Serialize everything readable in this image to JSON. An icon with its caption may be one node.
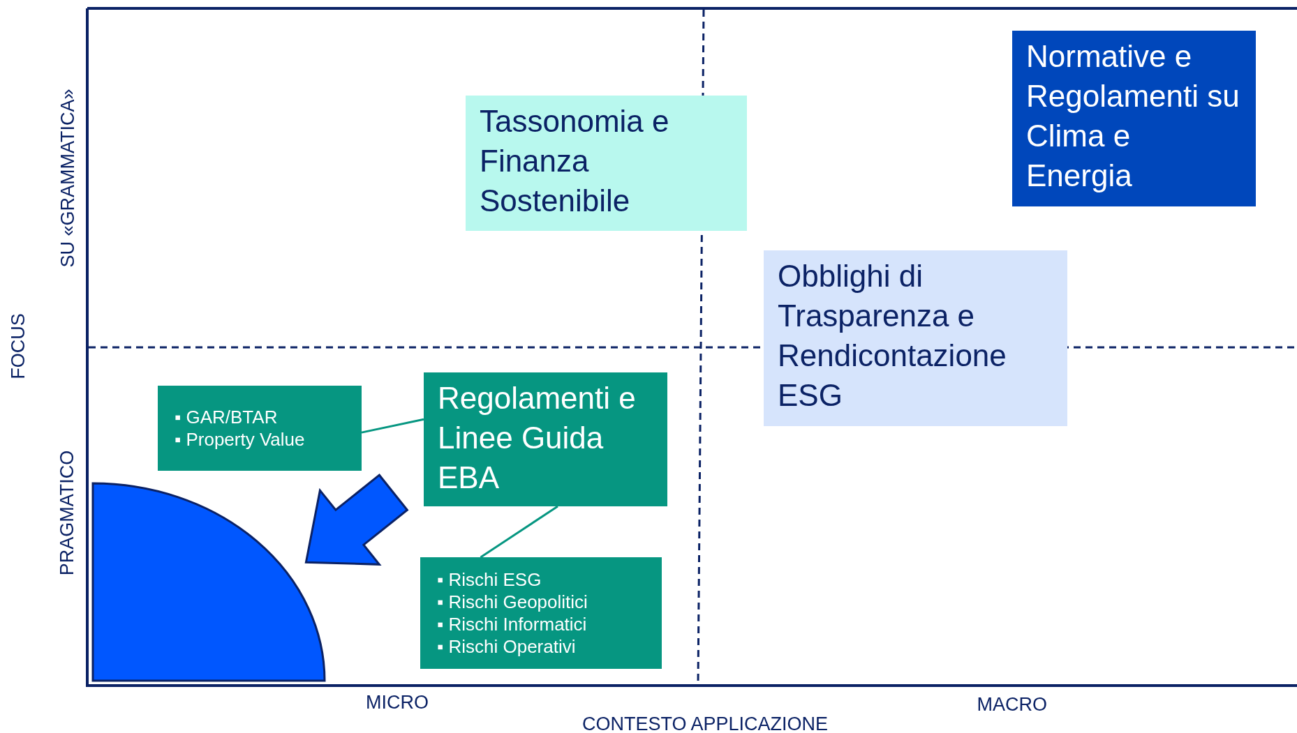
{
  "diagram": {
    "nodes": [
      {
        "text": [
          "Normative e Regolamenti su Clima e Energia"
        ]
      },
      {
        "text": [
          "Tassonomia e Finanza Sostenibile"
        ]
      },
      {
        "text": [
          "Obblighi di Trasparenza e Rendicontazione ESG"
        ]
      },
      {
        "text": [
          "▪ GAR/BTAR",
          "▪ Property Value"
        ]
      },
      {
        "text": [
          "Regolamenti e Linee Guida EBA"
        ]
      },
      {
        "text": [
          "▪ Rischi ESG",
          "▪ Rischi Geopolitici",
          "▪ Rischi Informatici",
          "▪ Rischi Operativi"
        ]
      },
      {
        "text": [],
        "shape": "sector"
      }
    ],
    "edges": [
      {
        "from": 4,
        "to": 3,
        "arrow": "none"
      },
      {
        "from": 4,
        "to": 5,
        "arrow": "none"
      },
      {
        "from": null,
        "to": 6,
        "arrow": "to",
        "style": "thick",
        "color": "#0057ff"
      }
    ],
    "labels": [
      "SU «GRAMMATICA»",
      "FOCUS",
      "PRAGMATICO",
      "MICRO",
      "MACRO",
      "CONTESTO APPLICAZIONE"
    ]
  }
}
